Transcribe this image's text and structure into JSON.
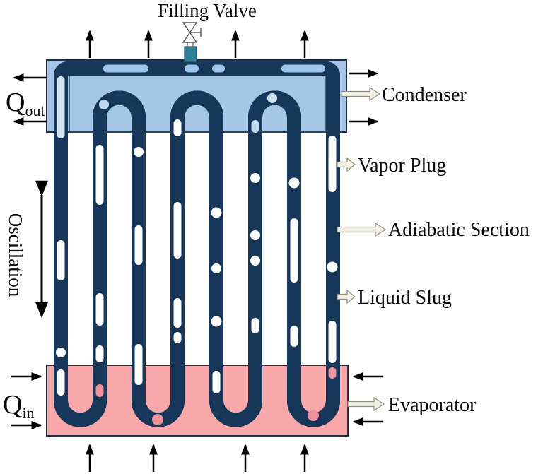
{
  "figure": {
    "type": "diagram",
    "subject": "pulsating-heat-pipe-schematic",
    "labels": {
      "filling_valve": "Filling Valve",
      "condenser": "Condenser",
      "vapor_plug": "Vapor Plug",
      "adiabatic_section": "Adiabatic Section",
      "liquid_slug": "Liquid Slug",
      "evaporator": "Evaporator",
      "oscillation": "Oscillation",
      "q_out": {
        "base": "Q",
        "sub": "out"
      },
      "q_in": {
        "base": "Q",
        "sub": "in"
      }
    },
    "components": [
      "filling-valve",
      "condenser-block",
      "evaporator-block",
      "serpentine-tube",
      "vapor-plugs",
      "liquid-slugs",
      "heat-in-arrows",
      "heat-out-arrows",
      "oscillation-arrow"
    ],
    "colors": {
      "condenser_fill": "#a6c6e8",
      "evaporator_fill": "#f8a8a8",
      "tube_outline": "#16365a",
      "liquid_adiabatic": "#29a9e1",
      "liquid_condenser": "#1a85cf",
      "liquid_evaporator": "#5a6a9e",
      "vapor_plug_fill": "#ffffff",
      "header_slug_fill": "#9dc6ec",
      "evaporator_bubble": "#f0919e",
      "valve_body": "#2d7f95",
      "callout_fill": "#f1f0e2",
      "callout_stroke": "#8f9080",
      "arrow_black": "#000000"
    }
  }
}
